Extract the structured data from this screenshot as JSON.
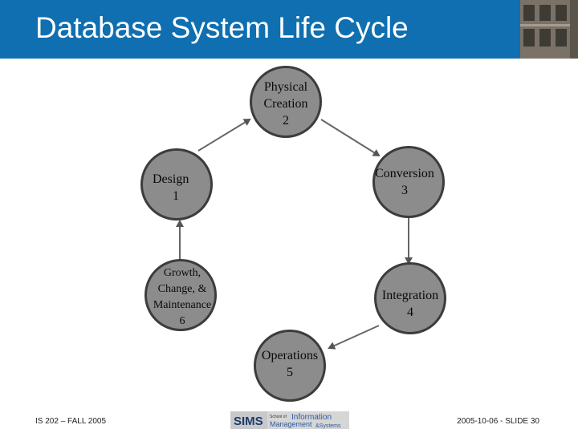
{
  "slide": {
    "title": "Database System Life Cycle",
    "footer_left": "IS 202 – FALL 2005",
    "footer_right": "2005-10-06 - SLIDE 30"
  },
  "logo": {
    "sims": "SIMS",
    "school_of": "School of",
    "information": "Information",
    "management": "Management",
    "and_systems": "&Systems"
  },
  "nodes": [
    {
      "id": "design",
      "lines": [
        "Design",
        "1"
      ]
    },
    {
      "id": "physical-creation",
      "lines": [
        "Physical",
        "Creation",
        "2"
      ]
    },
    {
      "id": "conversion",
      "lines": [
        "Conversion",
        "3"
      ]
    },
    {
      "id": "integration",
      "lines": [
        "Integration",
        "4"
      ]
    },
    {
      "id": "operations",
      "lines": [
        "Operations",
        "5"
      ]
    },
    {
      "id": "growth-change-maintenance",
      "lines": [
        "Growth,",
        "Change, &",
        "Maintenance",
        "6"
      ]
    }
  ],
  "colors": {
    "header": "#0f6fb0",
    "node_fill": "#8c8c8c",
    "node_border": "#3c3c3c",
    "arrow": "#666666"
  }
}
